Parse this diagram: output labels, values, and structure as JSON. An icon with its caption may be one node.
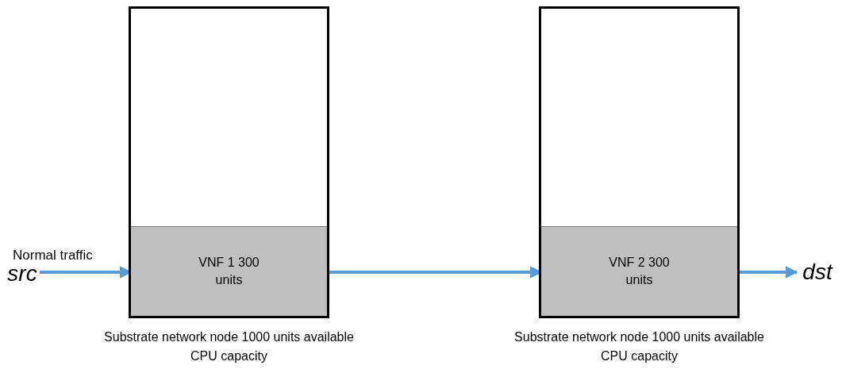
{
  "diagram": {
    "nodes": [
      {
        "text": [],
        "shape": "box",
        "beside": [
          "Substrate network node 1000 units available CPU capacity"
        ]
      },
      {
        "text": [
          "VNF 1 300 units"
        ],
        "in": 0
      },
      {
        "text": [],
        "shape": "box",
        "beside": [
          "Substrate network node 1000 units available CPU capacity"
        ]
      },
      {
        "text": [
          "VNF 2 300 units"
        ],
        "in": 2
      },
      {
        "text": [
          "src"
        ]
      },
      {
        "text": [
          "dst"
        ]
      }
    ],
    "edges": [
      {
        "from": 4,
        "to": 1,
        "arrow": "to",
        "label": "Normal traffic"
      },
      {
        "from": 1,
        "to": 3,
        "arrow": "to"
      },
      {
        "from": 3,
        "to": 5,
        "arrow": "to"
      }
    ]
  }
}
